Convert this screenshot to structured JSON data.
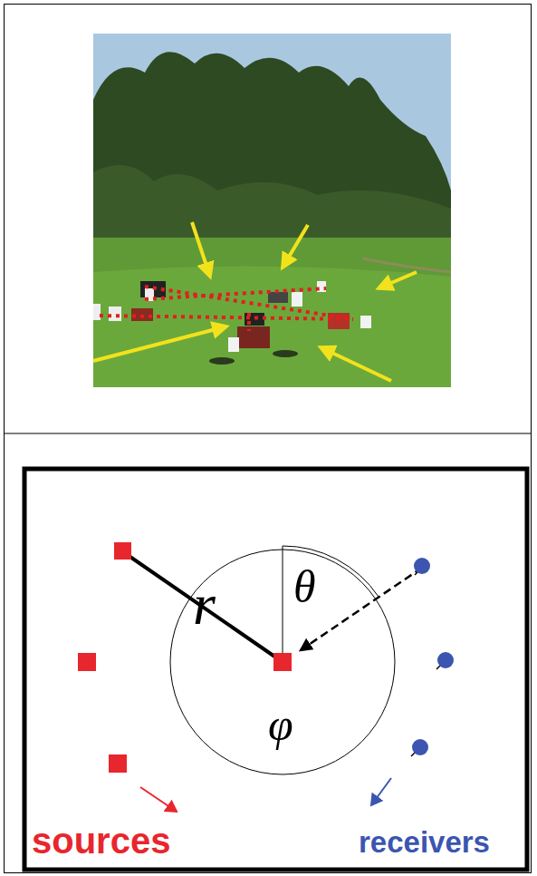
{
  "diagram": {
    "labels": [
      "r",
      "θ",
      "φ",
      "sources",
      "receivers"
    ]
  }
}
